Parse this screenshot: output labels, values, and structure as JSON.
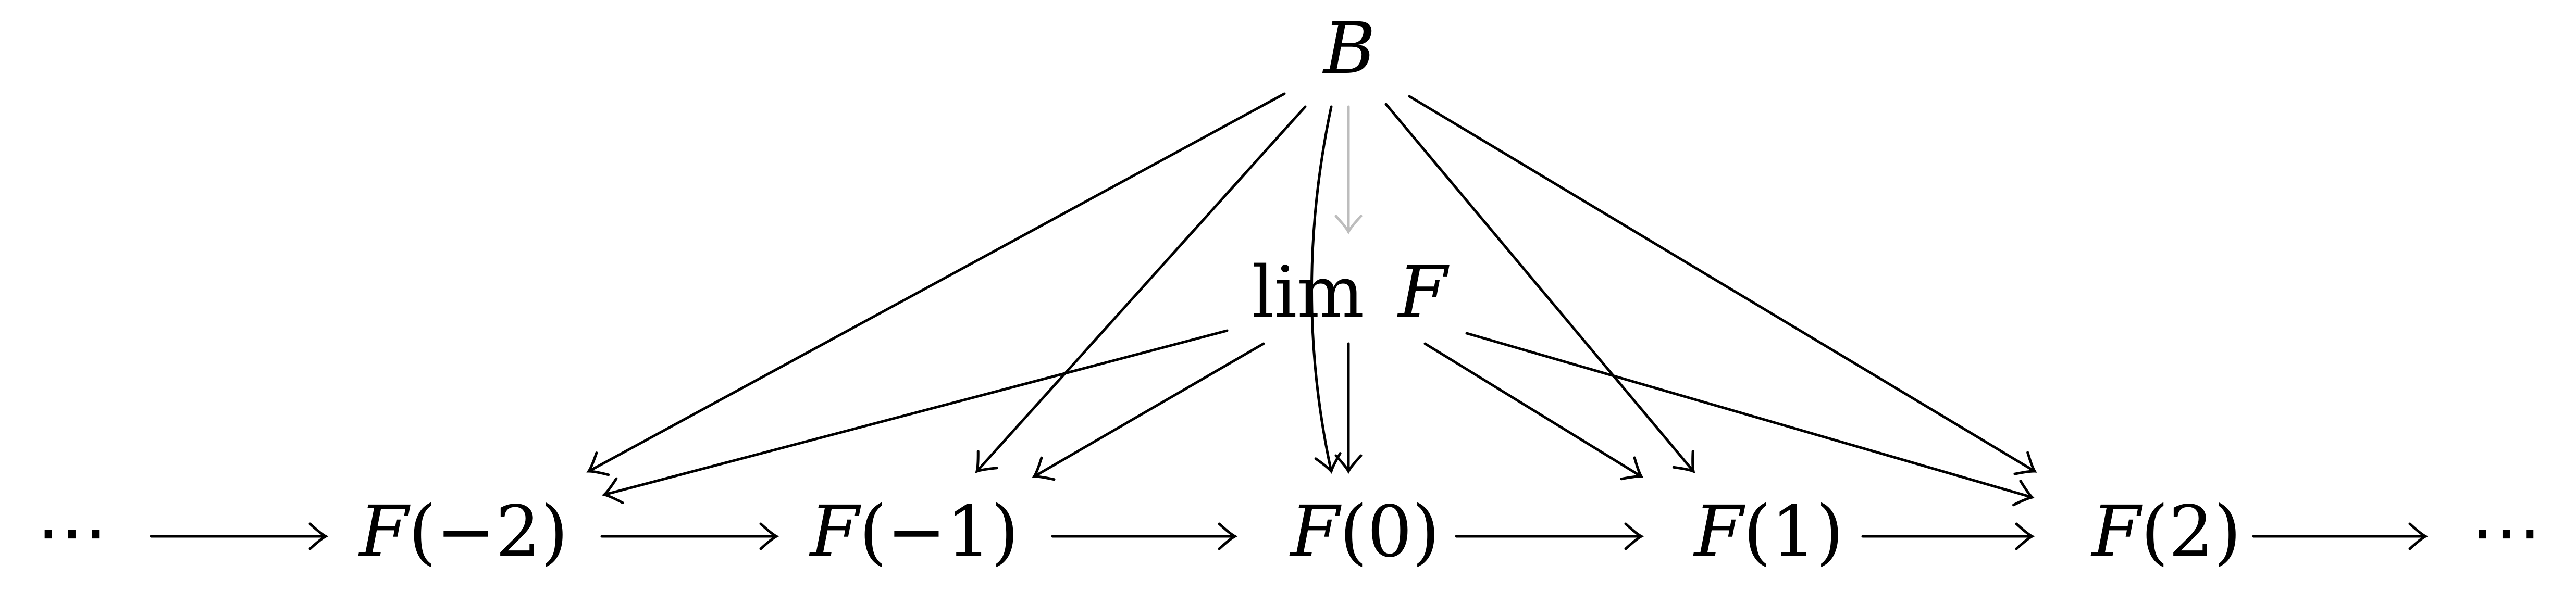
{
  "diagram": {
    "apex": {
      "B": "B"
    },
    "limit": {
      "lim": "lim",
      "F": "F"
    },
    "chain": {
      "dots_left": "⋯",
      "dots_right": "⋯",
      "items": [
        {
          "F": "F",
          "arg": "(−2)"
        },
        {
          "F": "F",
          "arg": "(−1)"
        },
        {
          "F": "F",
          "arg": "(0)"
        },
        {
          "F": "F",
          "arg": "(1)"
        },
        {
          "F": "F",
          "arg": "(2)"
        }
      ]
    },
    "colors": {
      "arrow": "#000000",
      "limit_arrow": "#bdbdbd",
      "text": "#000000"
    }
  }
}
